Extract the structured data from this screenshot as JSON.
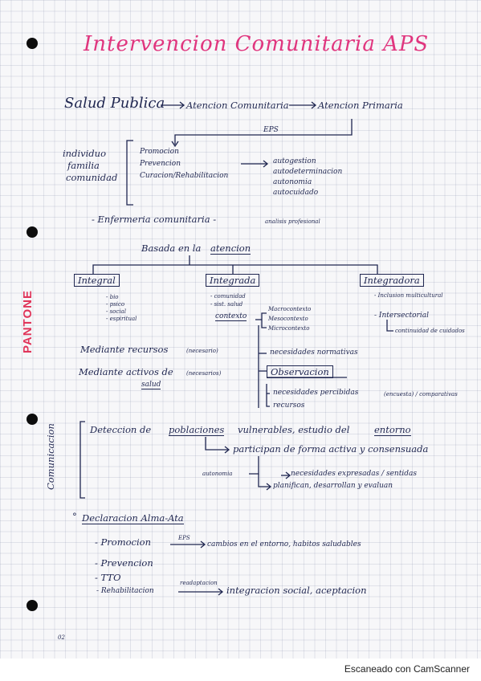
{
  "title": "Intervencion Comunitaria APS",
  "flow": {
    "salud_publica": "Salud Publica",
    "atencion_comunitaria": "Atencion Comunitaria",
    "atencion_primaria": "Atencion Primaria",
    "eps": "EPS"
  },
  "ambitos": [
    "individuo",
    "familia",
    "comunidad"
  ],
  "acciones": [
    "Promocion",
    "Prevencion",
    "Curacion/Rehabilitacion"
  ],
  "resultados": [
    "autogestion",
    "autodeterminacion",
    "autonomia",
    "autocuidado"
  ],
  "enfermeria": {
    "label": "- Enfermeria comunitaria -",
    "note": "analisis profesional",
    "basada": "Basada en la",
    "atencion": "atencion"
  },
  "tipos": {
    "integral": {
      "label": "Integral",
      "items": [
        "- bio",
        "- psico",
        "- social",
        "- espiritual"
      ]
    },
    "integrada": {
      "label": "Integrada",
      "items": [
        "- comunidad",
        "- sist. salud"
      ],
      "contexto": "contexto",
      "niveles": [
        "Macrocontexto",
        "Mesocontexto",
        "Microcontexto"
      ]
    },
    "integradora": {
      "label": "Integradora",
      "items": [
        "- Inclusion multicultural",
        "- Intersectorial"
      ],
      "sub": "continuidad de cuidados"
    }
  },
  "mediante": {
    "recursos": "Mediante recursos",
    "recursos_note": "(necesario)",
    "activos": "Mediante activos de",
    "activos_note": "(necesarios)",
    "salud": "salud",
    "necesidades_normativas": "necesidades normativas",
    "observacion": "Observacion",
    "necesidades_percibidas": "necesidades percibidas",
    "percibidas_note": "(encuesta) / comparativas",
    "recursos_out": "recursos"
  },
  "comunicacion": {
    "side": "Comunicacion",
    "deteccion_a": "Deteccion de",
    "poblaciones": "poblaciones",
    "deteccion_b": "vulnerables, estudio del",
    "entorno": "entorno",
    "participan": "participan de forma activa y consensuada",
    "autonomia": "autonomia",
    "necesidades": "necesidades expresadas / sentidas",
    "planifican": "planifican, desarrollan y evaluan"
  },
  "alma_ata": {
    "title": "Declaracion Alma-Ata",
    "promocion": "- Promocion",
    "eps": "EPS",
    "promocion_result": "cambios en el entorno, habitos saludables",
    "prevencion": "- Prevencion",
    "tto": "- TTO",
    "rehabilitacion": "- Rehabilitacion",
    "readaptacion": "readaptacion",
    "integracion": "integracion social, aceptacion"
  },
  "page_number": "02",
  "brand": "PANTONE",
  "scanner": "Escaneado con CamScanner"
}
